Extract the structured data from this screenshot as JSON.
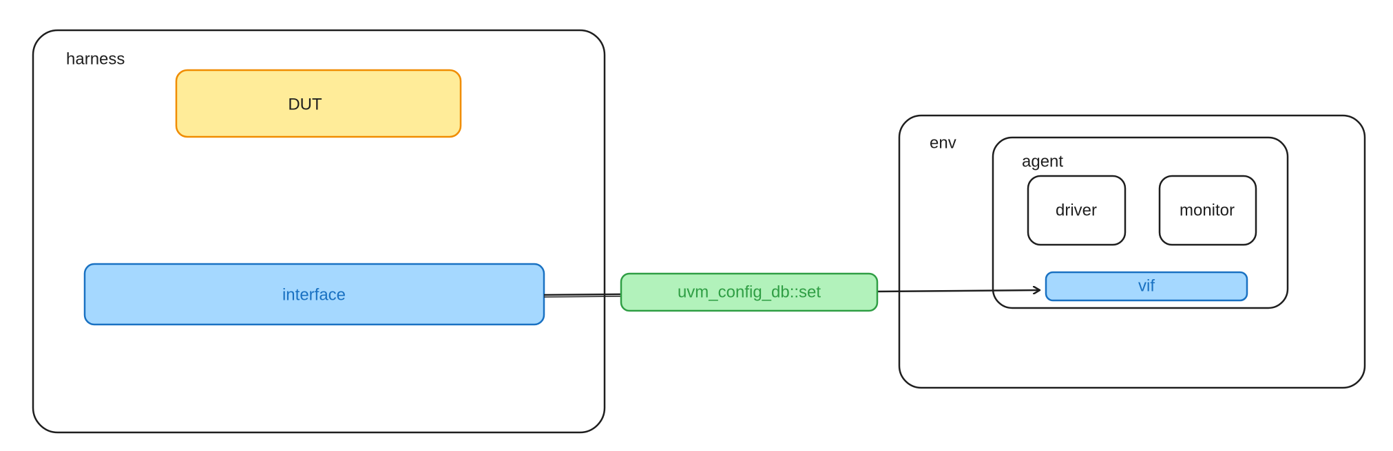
{
  "harness": {
    "label": "harness",
    "dut_label": "DUT",
    "interface_label": "interface"
  },
  "connector": {
    "label": "uvm_config_db::set"
  },
  "env": {
    "label": "env",
    "agent": {
      "label": "agent",
      "driver_label": "driver",
      "monitor_label": "monitor",
      "vif_label": "vif"
    }
  },
  "colors": {
    "stroke": "#1e1e1e",
    "dut_fill": "#ffec99",
    "dut_stroke": "#f08c00",
    "interface_fill": "#a5d8ff",
    "interface_stroke": "#1971c2",
    "config_fill": "#b2f2bb",
    "config_stroke": "#2f9e44",
    "vif_fill": "#a5d8ff",
    "vif_stroke": "#1971c2"
  }
}
